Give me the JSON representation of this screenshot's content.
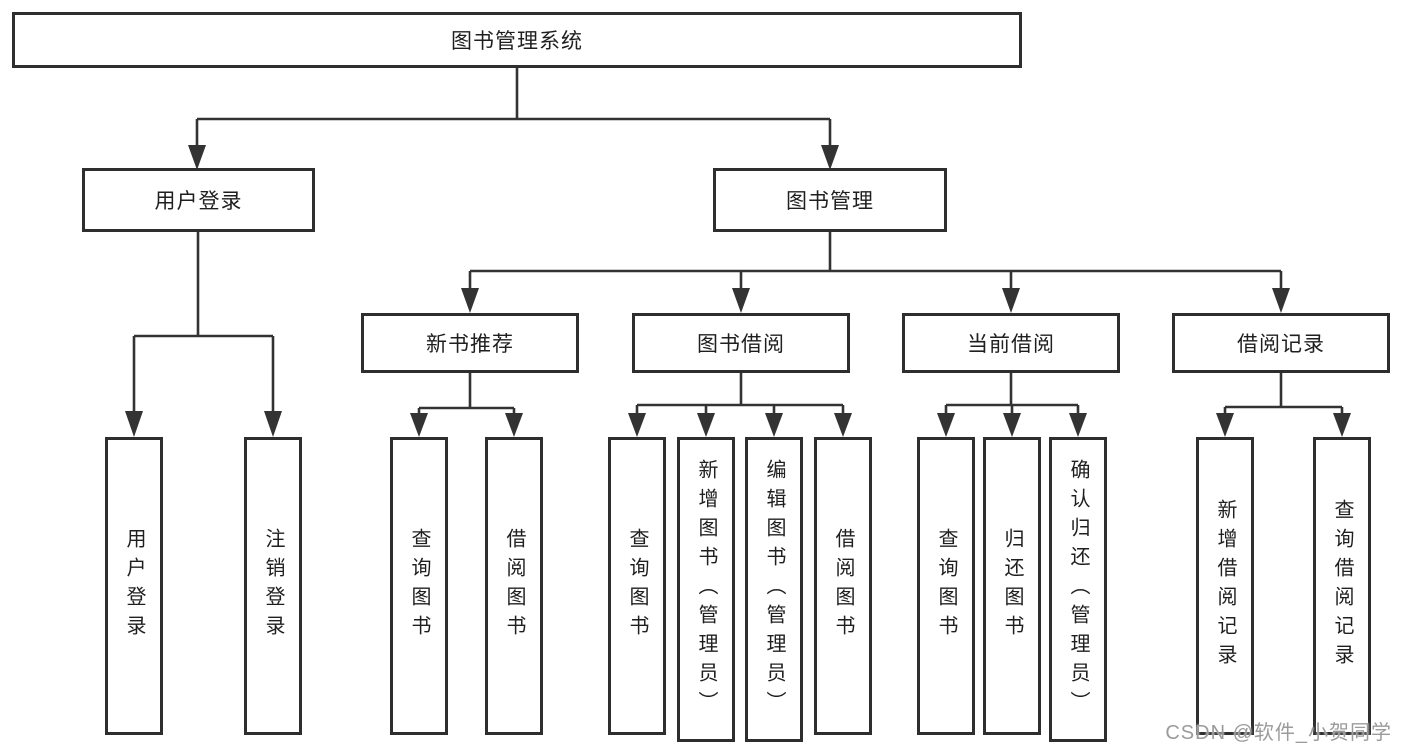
{
  "page": {
    "background": "#ffffff"
  },
  "colors": {
    "line": "#333333",
    "box_border": "#2e2e2e",
    "text": "#1f1f1f",
    "watermark_text": "#9b9b9b"
  },
  "watermark": {
    "text": "CSDN @软件_小贺同学"
  },
  "tree": {
    "root": {
      "label": "图书管理系统",
      "children": [
        {
          "label": "用户登录",
          "children": [
            {
              "label": "用户登录"
            },
            {
              "label": "注销登录"
            }
          ]
        },
        {
          "label": "图书管理",
          "children": [
            {
              "label": "新书推荐",
              "children": [
                {
                  "label": "查询图书"
                },
                {
                  "label": "借阅图书"
                }
              ]
            },
            {
              "label": "图书借阅",
              "children": [
                {
                  "label": "查询图书"
                },
                {
                  "label": "新增图书（管理员）"
                },
                {
                  "label": "编辑图书（管理员）"
                },
                {
                  "label": "借阅图书"
                }
              ]
            },
            {
              "label": "当前借阅",
              "children": [
                {
                  "label": "查询图书"
                },
                {
                  "label": "归还图书"
                },
                {
                  "label": "确认归还（管理员）"
                }
              ]
            },
            {
              "label": "借阅记录",
              "children": [
                {
                  "label": "新增借阅记录"
                },
                {
                  "label": "查询借阅记录"
                }
              ]
            }
          ]
        }
      ]
    }
  }
}
